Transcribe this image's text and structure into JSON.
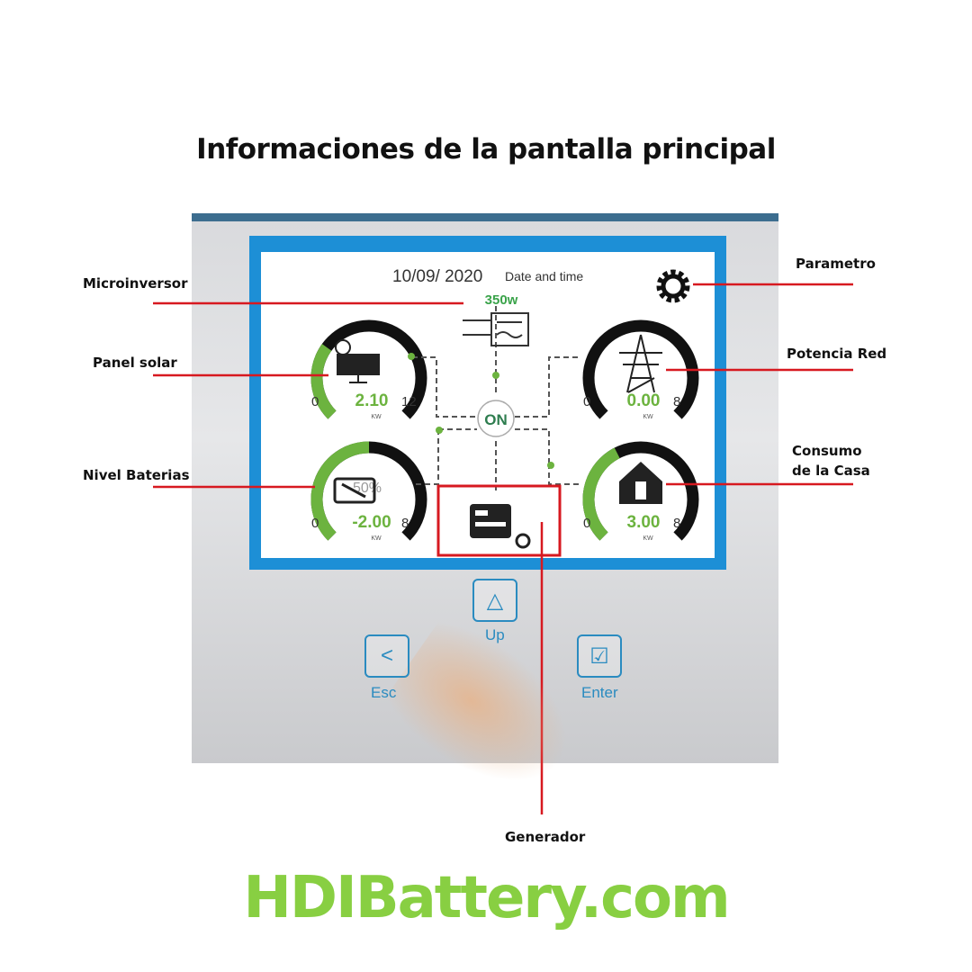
{
  "title": "Informaciones de la pantalla principal",
  "screen": {
    "date": "10/09/ 2020",
    "date_label": "Date and time",
    "micro_power": "350w",
    "center_status": "ON"
  },
  "gauges": [
    {
      "id": "solar",
      "min": "0",
      "max": "12",
      "value": "2.10",
      "unit": "KW",
      "fill": 0.3
    },
    {
      "id": "grid",
      "min": "0",
      "max": "8",
      "value": "0.00",
      "unit": "KW",
      "fill": 0
    },
    {
      "id": "battery",
      "min": "0",
      "max": "8",
      "value": "-2.00",
      "unit": "KW",
      "soc": "50%",
      "fill": 0.5
    },
    {
      "id": "home",
      "min": "0",
      "max": "8",
      "value": "3.00",
      "unit": "KW",
      "fill": 0.4
    }
  ],
  "callouts": {
    "microinversor": "Microinversor",
    "panel": "Panel solar",
    "baterias": "Nivel Baterias",
    "parametro": "Parametro",
    "red": "Potencia Red",
    "consumo1": "Consumo",
    "consumo2": "de la Casa",
    "generador": "Generador"
  },
  "buttons": {
    "up": "Up",
    "esc": "Esc",
    "enter": "Enter"
  },
  "watermark": "HDIBattery.com",
  "colors": {
    "green": "#6cb33f",
    "accent": "#d71920",
    "blue": "#1d8fd6"
  }
}
